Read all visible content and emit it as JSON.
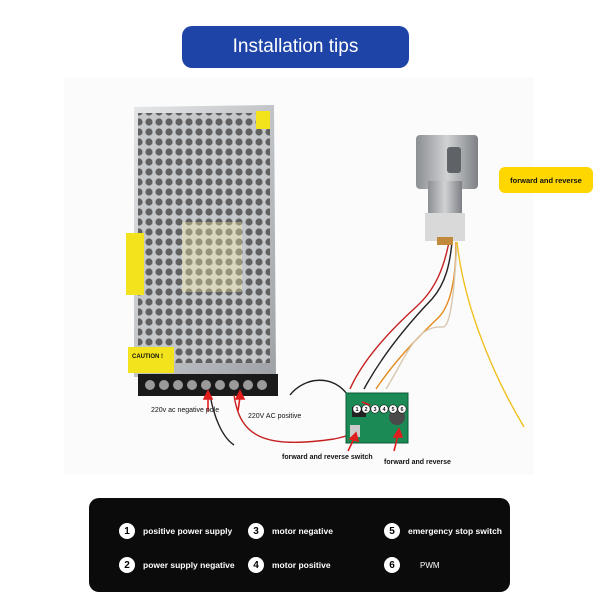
{
  "header": {
    "title": "Installation tips"
  },
  "photo": {
    "badge": "forward and reverse",
    "psu_caution": "CAUTION !",
    "labels": {
      "ac_negative": "220v ac negative pole",
      "ac_positive": "220V AC positive",
      "switch": "forward and reverse switch",
      "forward_reverse": "forward and reverse"
    },
    "terminal_numbers": [
      "1",
      "2",
      "3",
      "4",
      "5",
      "6"
    ]
  },
  "legend": {
    "items": [
      {
        "num": "1",
        "label": "positive power supply"
      },
      {
        "num": "2",
        "label": "power supply negative"
      },
      {
        "num": "3",
        "label": "motor negative"
      },
      {
        "num": "4",
        "label": "motor positive"
      },
      {
        "num": "5",
        "label": "emergency stop switch"
      },
      {
        "num": "6",
        "label": "PWM"
      }
    ]
  },
  "colors": {
    "title_bg": "#1f44a8",
    "badge_bg": "#ffd700",
    "legend_bg": "#0b0b0b"
  }
}
